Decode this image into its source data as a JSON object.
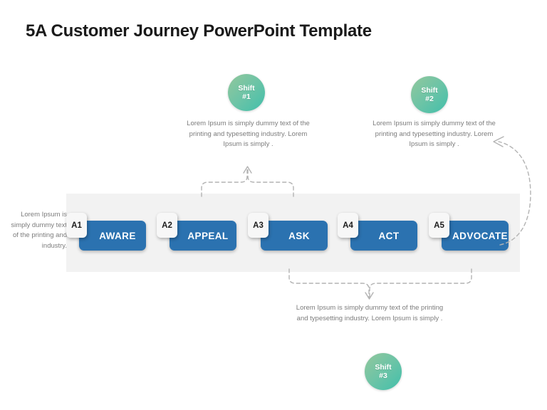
{
  "slide": {
    "title": "5A Customer Journey PowerPoint Template",
    "background_color": "#ffffff",
    "band_color": "#f2f2f2",
    "accent_blue": "#2b72b0",
    "circle_gradient_from": "#93c79c",
    "circle_gradient_to": "#42bfab",
    "body_text_color": "#7c7c7c"
  },
  "stages": [
    {
      "code": "A1",
      "label": "AWARE"
    },
    {
      "code": "A2",
      "label": "APPEAL"
    },
    {
      "code": "A3",
      "label": "ASK"
    },
    {
      "code": "A4",
      "label": "ACT"
    },
    {
      "code": "A5",
      "label": "ADVOCATE"
    }
  ],
  "shifts": [
    {
      "word": "Shift",
      "number": "#1"
    },
    {
      "word": "Shift",
      "number": "#2"
    },
    {
      "word": "Shift",
      "number": "#3"
    }
  ],
  "descriptions": {
    "shift_1": "Lorem Ipsum is simply dummy text of the printing and typesetting industry. Lorem Ipsum is simply .",
    "shift_2": "Lorem Ipsum is simply dummy text of the printing and typesetting industry. Lorem Ipsum is simply .",
    "shift_3": "Lorem Ipsum is simply dummy text of the printing and typesetting industry. Lorem Ipsum is simply .",
    "left_note": "Lorem Ipsum is simply dummy text of the printing and industry."
  }
}
